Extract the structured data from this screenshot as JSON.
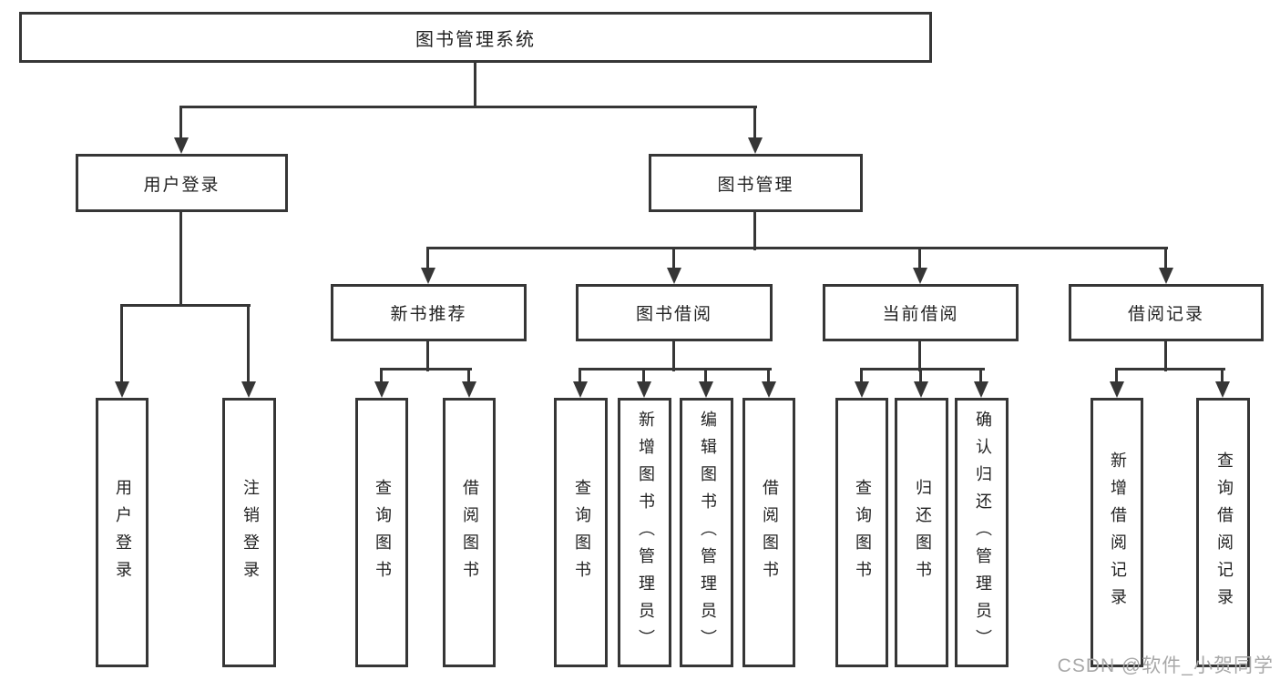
{
  "diagram": {
    "title_node": "图书管理系统",
    "nodes": {
      "root": {
        "label": "图书管理系统"
      },
      "l2_user": {
        "label": "用户登录"
      },
      "l2_book": {
        "label": "图书管理"
      },
      "l3_recommend": {
        "label": "新书推荐"
      },
      "l3_borrow": {
        "label": "图书借阅"
      },
      "l3_current": {
        "label": "当前借阅"
      },
      "l3_record": {
        "label": "借阅记录"
      },
      "leaf_user_login": {
        "label": "用户登录"
      },
      "leaf_user_logout": {
        "label": "注销登录"
      },
      "leaf_rec_query": {
        "label": "查询图书"
      },
      "leaf_rec_borrow": {
        "label": "借阅图书"
      },
      "leaf_bor_query": {
        "label": "查询图书"
      },
      "leaf_bor_add": {
        "label": "新增图书（管理员）"
      },
      "leaf_bor_edit": {
        "label": "编辑图书（管理员）"
      },
      "leaf_bor_borrow": {
        "label": "借阅图书"
      },
      "leaf_cur_query": {
        "label": "查询图书"
      },
      "leaf_cur_return": {
        "label": "归还图书"
      },
      "leaf_cur_confirm": {
        "label": "确认归还（管理员）"
      },
      "leaf_recd_add": {
        "label": "新增借阅记录"
      },
      "leaf_recd_query": {
        "label": "查询借阅记录"
      }
    },
    "edges": [
      [
        "图书管理系统",
        "用户登录"
      ],
      [
        "图书管理系统",
        "图书管理"
      ],
      [
        "用户登录",
        "用户登录"
      ],
      [
        "用户登录",
        "注销登录"
      ],
      [
        "图书管理",
        "新书推荐"
      ],
      [
        "图书管理",
        "图书借阅"
      ],
      [
        "图书管理",
        "当前借阅"
      ],
      [
        "图书管理",
        "借阅记录"
      ],
      [
        "新书推荐",
        "查询图书"
      ],
      [
        "新书推荐",
        "借阅图书"
      ],
      [
        "图书借阅",
        "查询图书"
      ],
      [
        "图书借阅",
        "新增图书（管理员）"
      ],
      [
        "图书借阅",
        "编辑图书（管理员）"
      ],
      [
        "图书借阅",
        "借阅图书"
      ],
      [
        "当前借阅",
        "查询图书"
      ],
      [
        "当前借阅",
        "归还图书"
      ],
      [
        "当前借阅",
        "确认归还（管理员）"
      ],
      [
        "借阅记录",
        "新增借阅记录"
      ],
      [
        "借阅记录",
        "查询借阅记录"
      ]
    ],
    "colors": {
      "line": "#363636",
      "box_border": "#363636",
      "text": "#222222",
      "watermark": "#a8a8a8",
      "background": "#ffffff"
    },
    "watermark": {
      "text": "CSDN @软件_小贺同学"
    }
  }
}
